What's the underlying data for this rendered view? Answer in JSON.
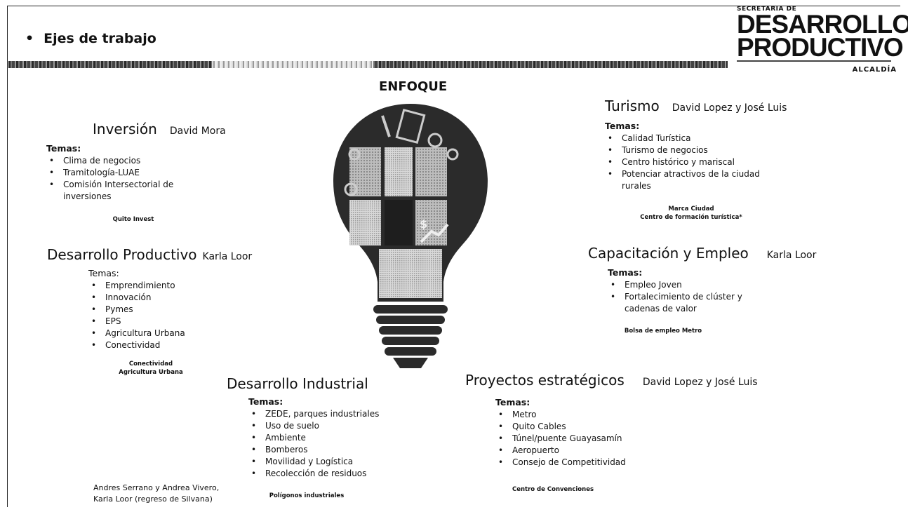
{
  "header": {
    "bullet": "•",
    "title": "Ejes de trabajo"
  },
  "logo": {
    "line1": "SECRETARIA DE",
    "line2": "DESARROLLO",
    "line3": "PRODUCTIVO",
    "line4": "ALCALDÍA"
  },
  "center": {
    "label": "ENFOQUE"
  },
  "sections": {
    "inversion": {
      "title": "Inversión",
      "responsible": "David Mora",
      "temas_label": "Temas:",
      "items": [
        "Clima de negocios",
        "Tramitología-LUAE",
        "Comisión Intersectorial de inversiones"
      ],
      "note": "Quito Invest"
    },
    "desarrollo_productivo": {
      "title": "Desarrollo Productivo",
      "responsible": "Karla Loor",
      "temas_label": "Temas:",
      "items": [
        "Emprendimiento",
        "Innovación",
        "Pymes",
        "EPS",
        "Agricultura Urbana",
        "Conectividad"
      ],
      "note1": "Conectividad",
      "note2": "Agricultura Urbana"
    },
    "turismo": {
      "title": "Turismo",
      "responsible": "David Lopez y José Luis",
      "temas_label": "Temas:",
      "items": [
        "Calidad Turística",
        "Turismo de negocios",
        "Centro histórico y mariscal",
        "Potenciar atractivos de la ciudad rurales"
      ],
      "note1": "Marca Ciudad",
      "note2": "Centro de formación turística*"
    },
    "capacitacion": {
      "title": "Capacitación y Empleo",
      "responsible": "Karla Loor",
      "temas_label": "Temas:",
      "items": [
        "Empleo Joven",
        "Fortalecimiento de clúster y cadenas de valor"
      ],
      "note": "Bolsa de empleo Metro"
    },
    "desarrollo_industrial": {
      "title": "Desarrollo Industrial",
      "temas_label": "Temas:",
      "items": [
        "ZEDE, parques industriales",
        "Uso de suelo",
        "Ambiente",
        "Bomberos",
        "Movilidad y Logística",
        "Recolección de residuos"
      ],
      "note": "Polígonos industriales"
    },
    "proyectos": {
      "title": "Proyectos estratégicos",
      "responsible": "David Lopez y José Luis",
      "temas_label": "Temas:",
      "items": [
        "Metro",
        "Quito Cables",
        "Túnel/puente Guayasamín",
        "Aeropuerto",
        "Consejo de Competitividad"
      ],
      "note": "Centro de Convenciones"
    }
  },
  "footer": {
    "line1": "Andres Serrano y Andrea Vivero,",
    "line2": "Karla Loor (regreso de Silvana)"
  }
}
